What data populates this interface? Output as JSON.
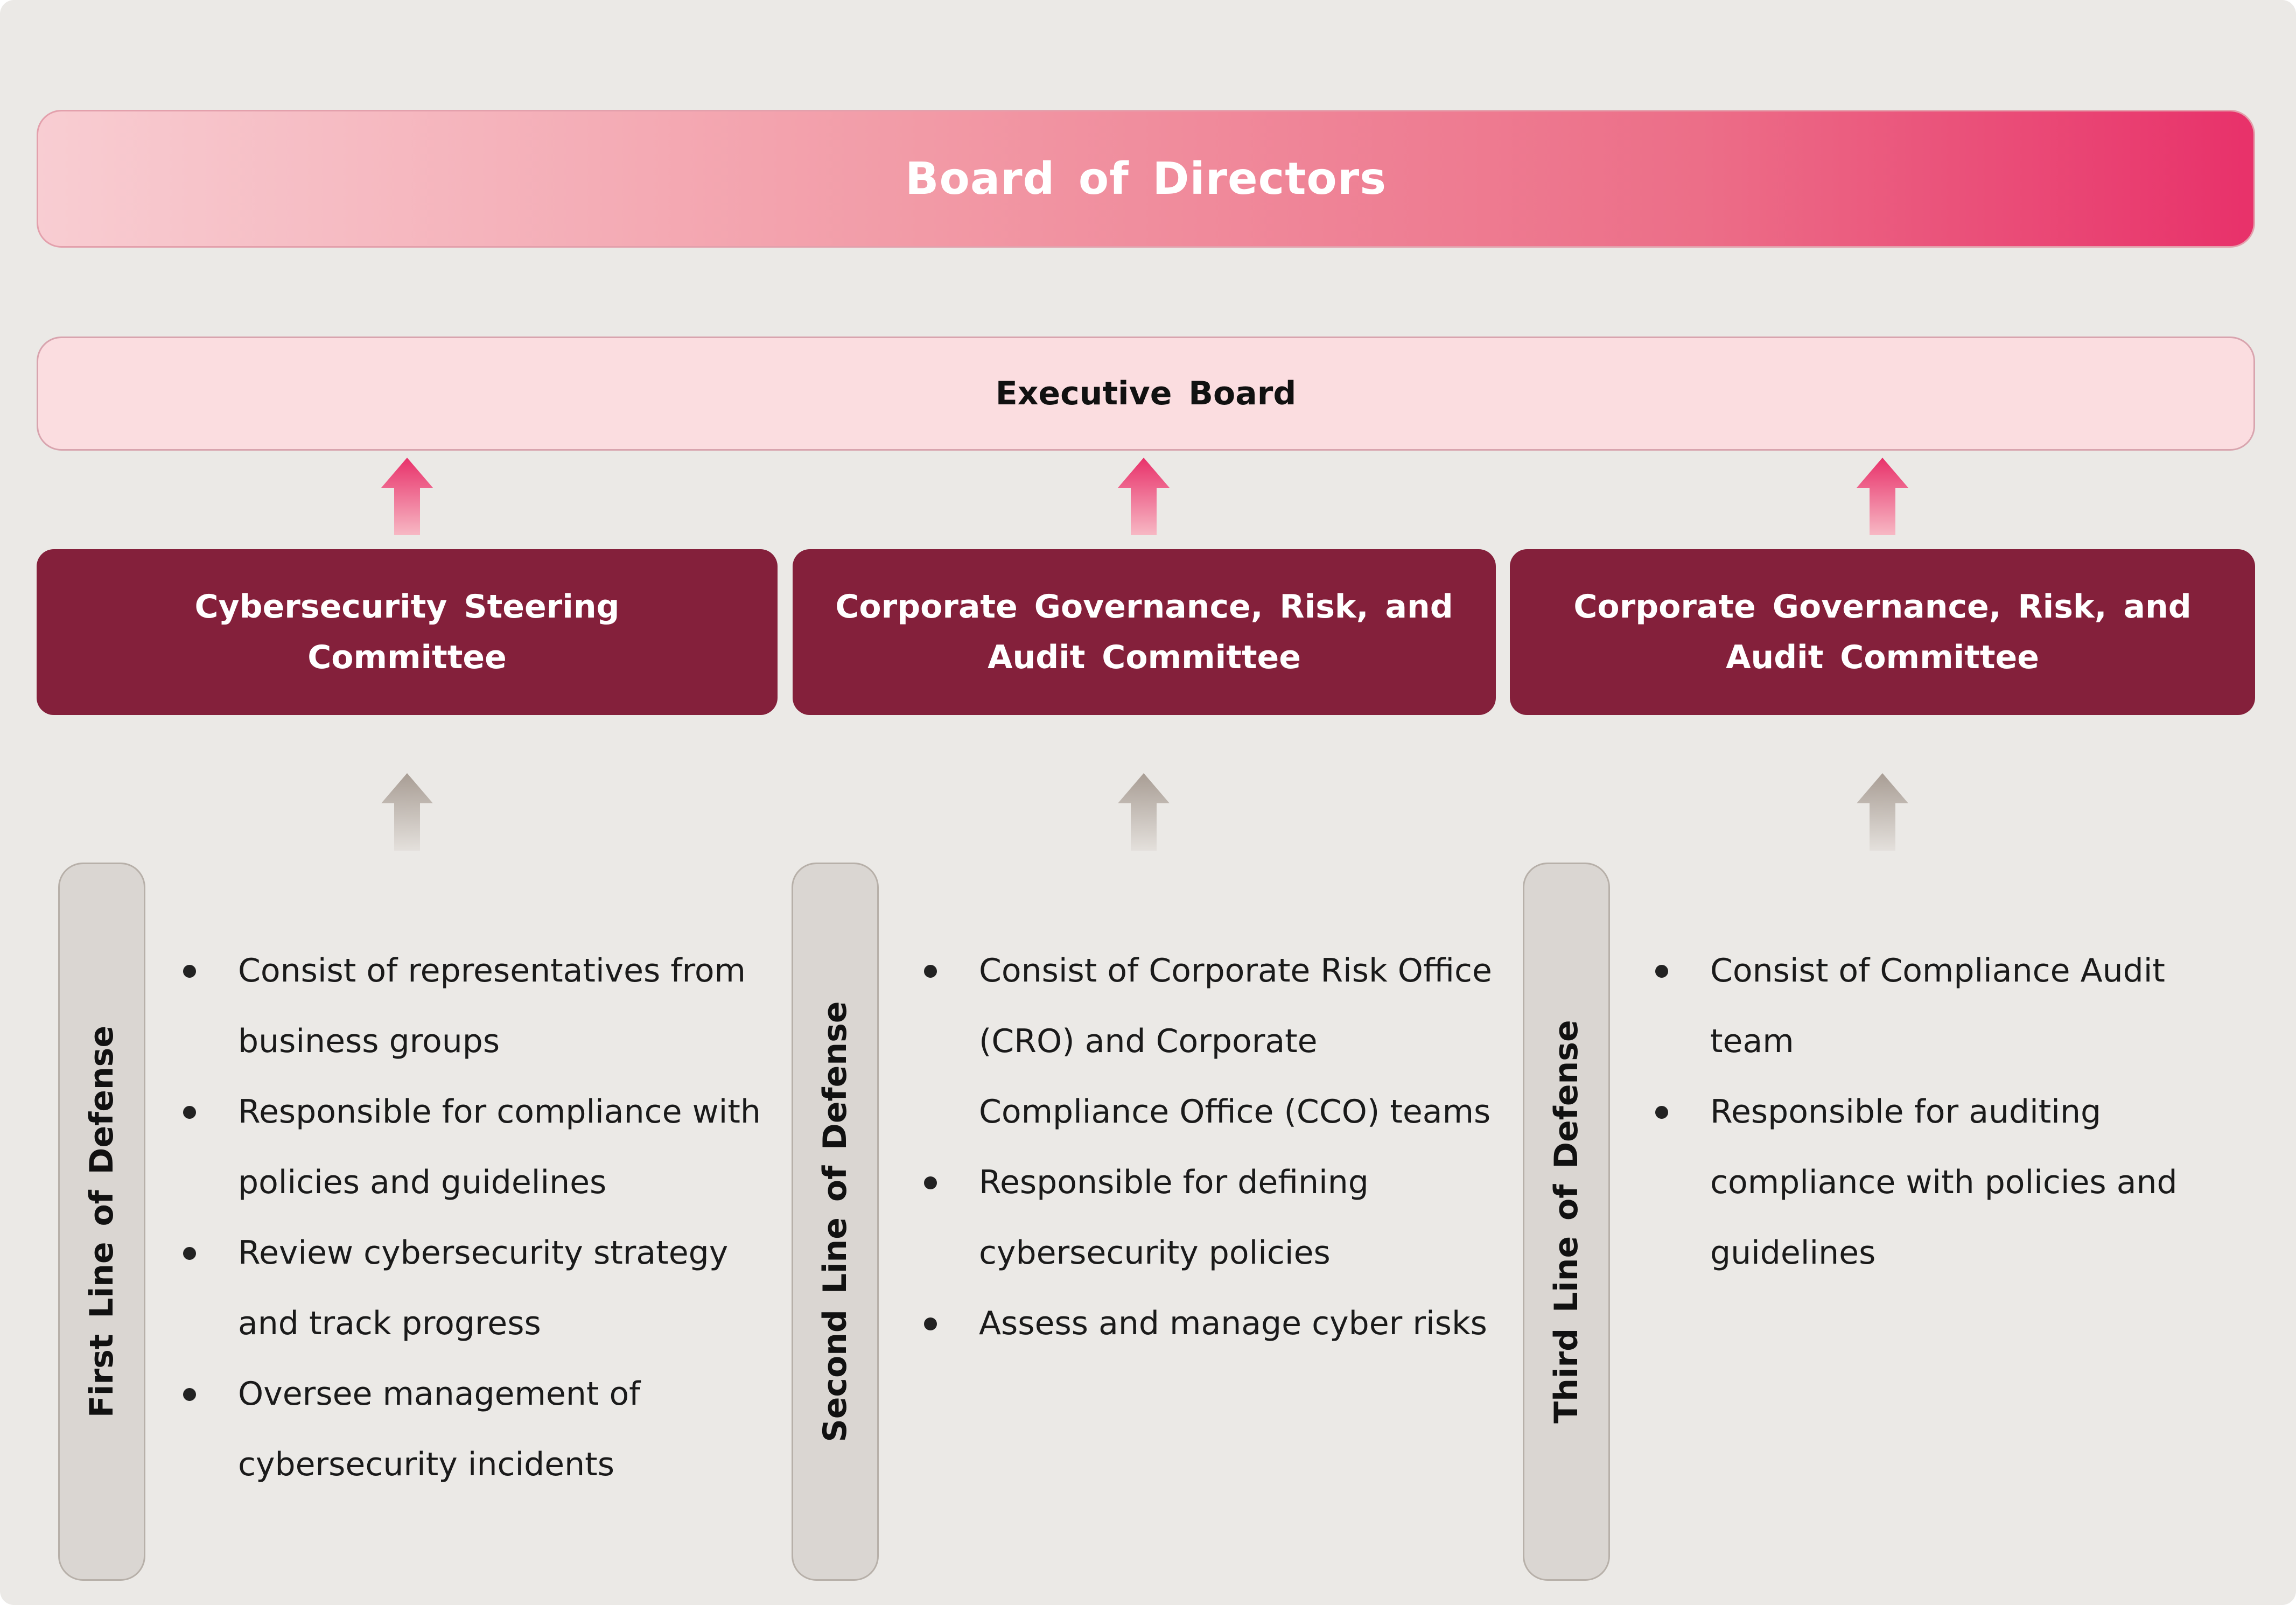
{
  "board": {
    "title": "Board of Directors"
  },
  "executive": {
    "title": "Executive Board"
  },
  "committees": [
    {
      "line1": "Cybersecurity Steering",
      "line2": "Committee"
    },
    {
      "line1": "Corporate Governance, Risk, and",
      "line2": "Audit Committee"
    },
    {
      "line1": "Corporate Governance, Risk, and",
      "line2": "Audit Committee"
    }
  ],
  "lines": [
    {
      "label": "First Line of Defense",
      "items": [
        "Consist of representatives from business groups",
        "Responsible for compliance with policies and guidelines",
        "Review cybersecurity strategy and track progress",
        "Oversee management of cybersecurity incidents"
      ]
    },
    {
      "label": "Second Line of Defense",
      "items": [
        "Consist of Corporate Risk Office (CRO) and Corporate Compliance Office (CCO) teams",
        "Responsible for defining cybersecurity policies",
        "Assess and manage cyber risks"
      ]
    },
    {
      "label": "Third Line of Defense",
      "items": [
        "Consist of Compliance Audit team",
        "Responsible for auditing compliance with policies and guidelines"
      ]
    }
  ],
  "colors": {
    "committee_fill": "#84203b",
    "arrow_pink": "#e8316a",
    "arrow_taupe": "#a89d94",
    "background": "#ebe9e6"
  },
  "icons": {
    "upper_arrows": "arrow-up-pink-icon",
    "lower_arrows": "arrow-up-taupe-icon"
  }
}
